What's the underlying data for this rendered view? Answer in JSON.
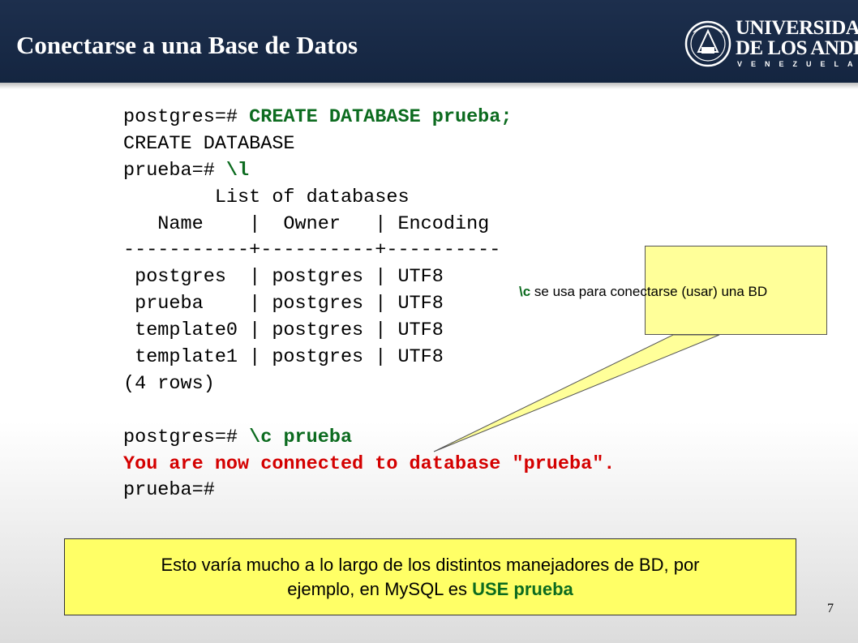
{
  "header": {
    "title": "Conectarse a una Base de Datos",
    "logo": {
      "line1": "UNIVERSIDAD",
      "line2": "DE LOS ANDES",
      "line3": "VENEZUELA"
    }
  },
  "terminal": {
    "lines": [
      {
        "prompt": "postgres=# ",
        "command": "CREATE DATABASE prueba;"
      },
      {
        "text": "CREATE DATABASE"
      },
      {
        "prompt": "prueba=# ",
        "command": "\\l"
      },
      {
        "text": "        List of databases"
      },
      {
        "text": "   Name    |  Owner   | Encoding"
      },
      {
        "text": "-----------+----------+----------"
      },
      {
        "text": " postgres  | postgres | UTF8"
      },
      {
        "text": " prueba    | postgres | UTF8"
      },
      {
        "text": " template0 | postgres | UTF8"
      },
      {
        "text": " template1 | postgres | UTF8"
      },
      {
        "text": "(4 rows)"
      },
      {
        "text": ""
      },
      {
        "prompt": "postgres=# ",
        "command": "\\c prueba"
      },
      {
        "message": "You are now connected to database \"prueba\"."
      },
      {
        "text": "prueba=#"
      }
    ]
  },
  "callout": {
    "keyword": "\\c",
    "text": " se usa para conectarse (usar) una BD"
  },
  "note": {
    "line1": "Esto varía mucho a lo largo de los distintos manejadores de BD, por",
    "line2_prefix": "ejemplo, en MySQL es ",
    "line2_keyword": "USE prueba"
  },
  "page_number": "7",
  "colors": {
    "header_bg": "#1d2f4d",
    "command_green": "#0c6b1f",
    "message_red": "#d40000",
    "callout_bg": "#ffff99",
    "note_bg": "#ffff66"
  }
}
